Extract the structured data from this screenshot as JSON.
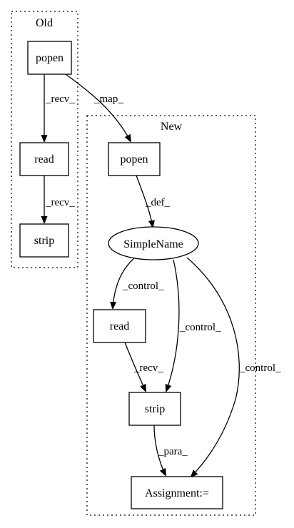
{
  "clusters": {
    "old": {
      "label": "Old"
    },
    "new": {
      "label": "New"
    }
  },
  "nodes": {
    "old_popen": "popen",
    "old_read": "read",
    "old_strip": "strip",
    "new_popen": "popen",
    "simplename": "SimpleName",
    "new_read": "read",
    "new_strip": "strip",
    "assignment": "Assignment:="
  },
  "edges": {
    "old_popen_read": "_recv_",
    "old_read_strip": "_recv_",
    "map": "_map_",
    "def": "_def_",
    "sn_read": "_control_",
    "sn_strip": "_control_",
    "sn_assign": "_control_",
    "read_strip": "_recv_",
    "strip_assign": "_para_"
  }
}
